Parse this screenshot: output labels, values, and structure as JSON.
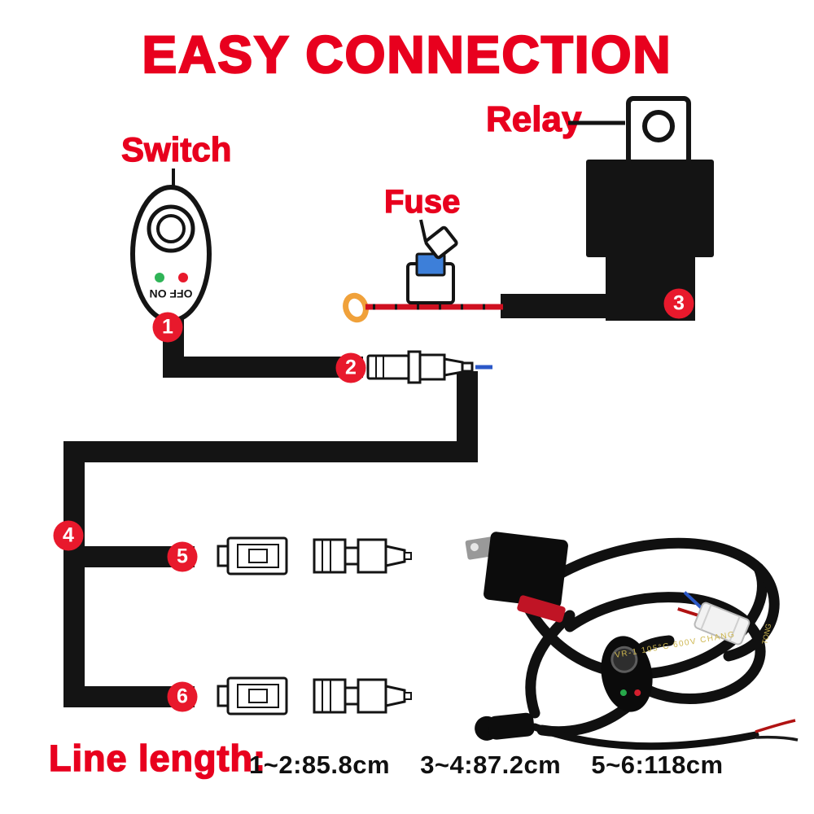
{
  "title": "EASY CONNECTION",
  "component_labels": {
    "switch": "Switch",
    "fuse": "Fuse",
    "relay": "Relay"
  },
  "switch_text": "OFF ON",
  "badges": [
    "1",
    "2",
    "3",
    "4",
    "5",
    "6"
  ],
  "photo": {
    "cable_marking_1": "VR-1 105°C 600V CHANG",
    "cable_marking_2": "TONG"
  },
  "line_length": {
    "label": "Line length:",
    "measurements": [
      {
        "range": "1~2:",
        "value": "85.8cm"
      },
      {
        "range": "3~4:",
        "value": "87.2cm"
      },
      {
        "range": "5~6:",
        "value": "118cm"
      }
    ]
  },
  "colors": {
    "accent_red": "#e8001e",
    "badge_red": "#e8192c",
    "wire_black": "#141414",
    "fuse_blue": "#3d7fd9",
    "led_green": "#2fb457",
    "led_red": "#e8192c",
    "ring_terminal_orange": "#f0a13a"
  }
}
